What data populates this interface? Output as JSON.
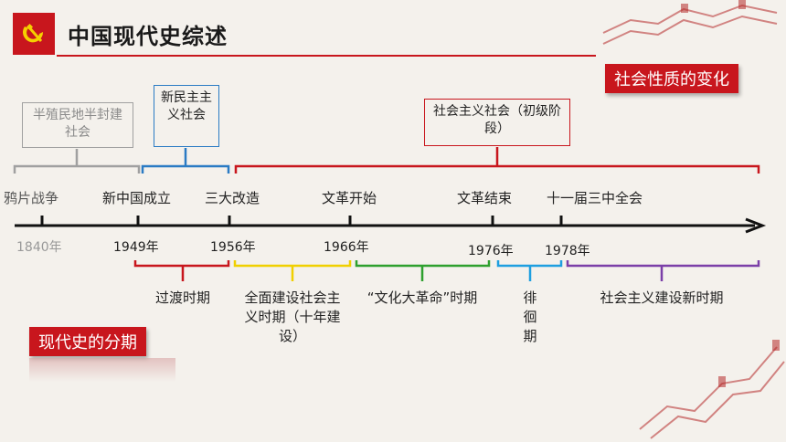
{
  "header": {
    "title": "中国现代史综述",
    "logo_icon": "hammer-sickle-icon",
    "accent_color": "#c8161d"
  },
  "tags": {
    "nature_change": "社会性质的变化",
    "periodization": "现代史的分期"
  },
  "society_boxes": [
    {
      "label": "半殖民地半封建社会",
      "color": "#a0a0a0"
    },
    {
      "label": "新民主主义社会",
      "color": "#2a7bc4"
    },
    {
      "label": "社会主义社会（初级阶段）",
      "color": "#c8161d"
    }
  ],
  "events": [
    {
      "label": "鸦片战争",
      "year": "1840年"
    },
    {
      "label": "新中国成立",
      "year": "1949年"
    },
    {
      "label": "三大改造",
      "year": "1956年"
    },
    {
      "label": "文革开始",
      "year": "1966年"
    },
    {
      "label": "文革结束",
      "year": "1976年"
    },
    {
      "label": "十一届三中全会",
      "year": "1978年"
    }
  ],
  "periods": [
    {
      "label": "过渡时期",
      "color": "#c8161d"
    },
    {
      "label": "全面建设社会主义时期（十年建设）",
      "color": "#f0d000"
    },
    {
      "label": "“文化大革命”时期",
      "color": "#2ea02e"
    },
    {
      "label": "徘徊期",
      "color": "#1e9fe0"
    },
    {
      "label": "社会主义建设新时期",
      "color": "#7b3fa8"
    }
  ],
  "decor": {
    "great_wall_icon": "great-wall-icon"
  }
}
